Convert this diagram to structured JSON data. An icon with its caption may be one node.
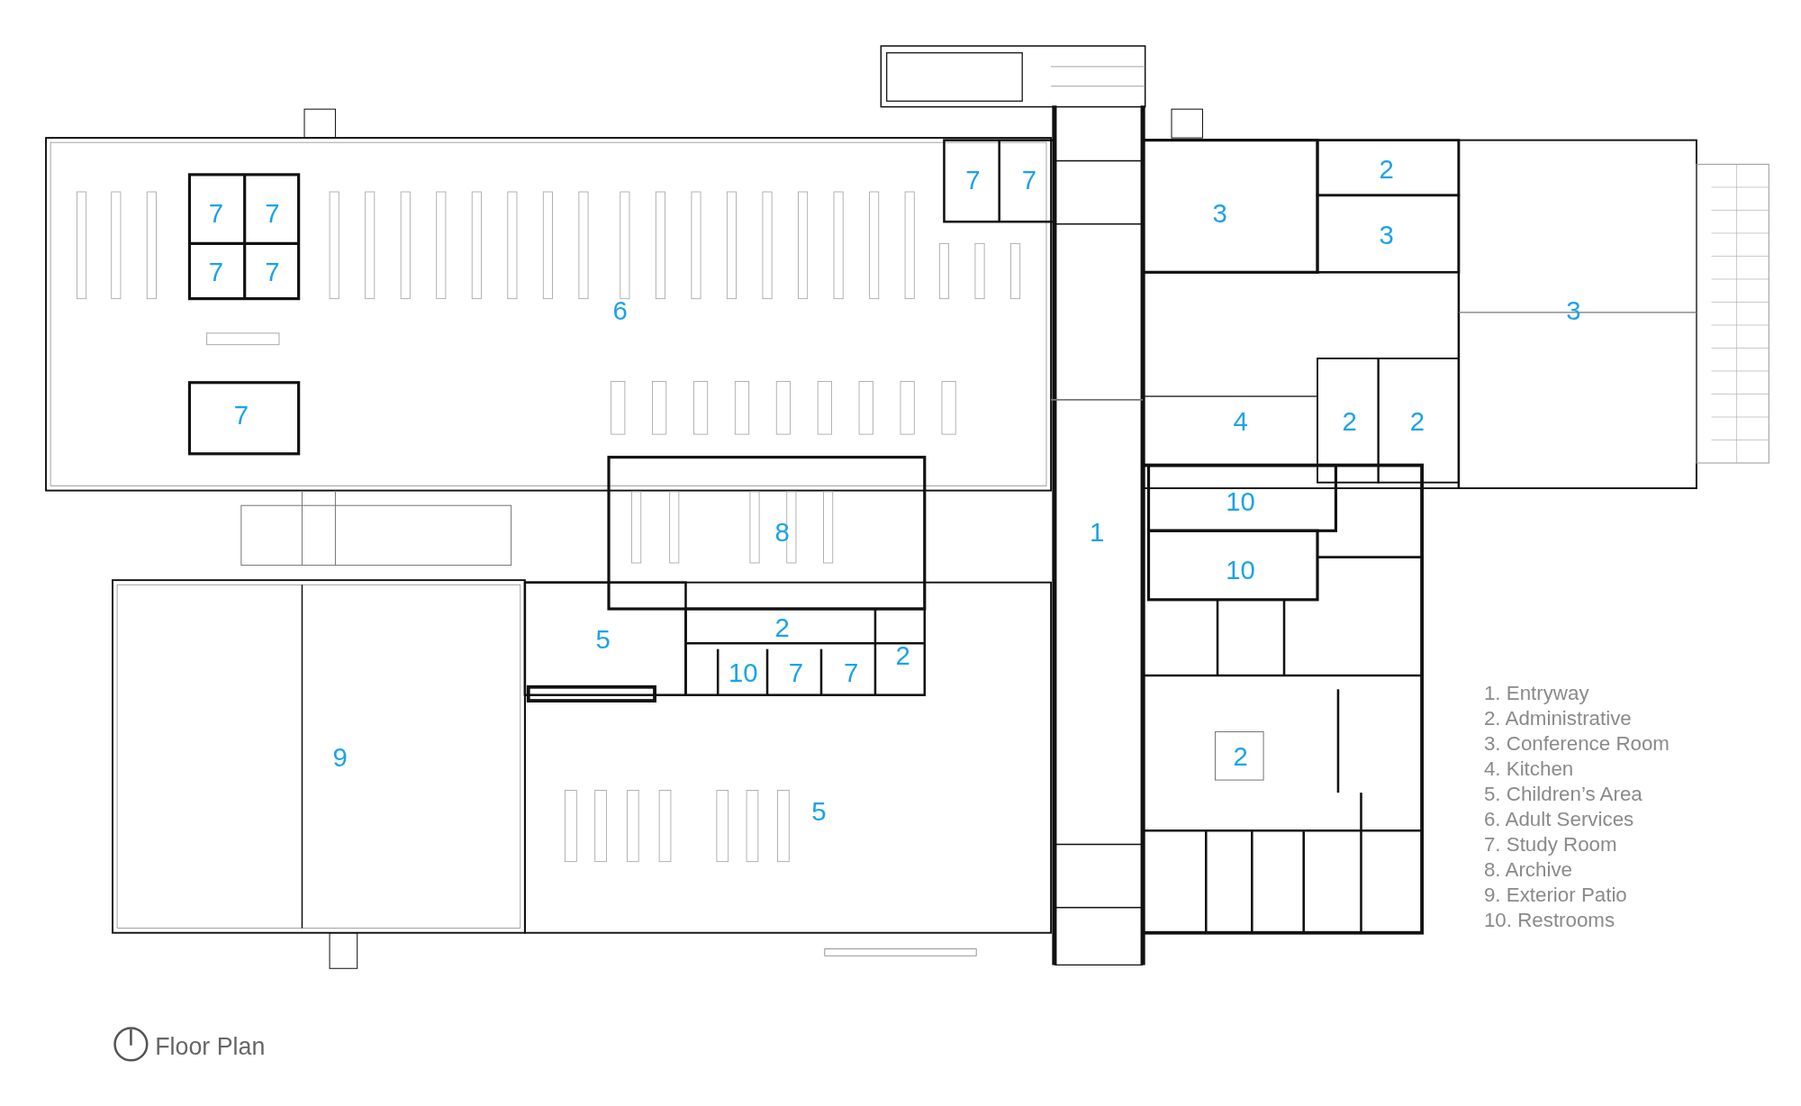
{
  "diagram": {
    "title": "Floor Plan",
    "labels": [
      "2",
      "7",
      "7",
      "7",
      "7",
      "3",
      "3",
      "7",
      "7",
      "6",
      "3",
      "7",
      "4",
      "2",
      "2",
      "10",
      "8",
      "1",
      "10",
      "5",
      "2",
      "2",
      "10",
      "7",
      "7",
      "9",
      "2",
      "5",
      "1. Entryway",
      "2. Administrative",
      "3. Conference Room",
      "4. Kitchen",
      "5. Children’s Area",
      "6. Adult Services",
      "7. Study Room",
      "8. Archive",
      "9. Exterior Patio",
      "10. Restrooms"
    ]
  }
}
